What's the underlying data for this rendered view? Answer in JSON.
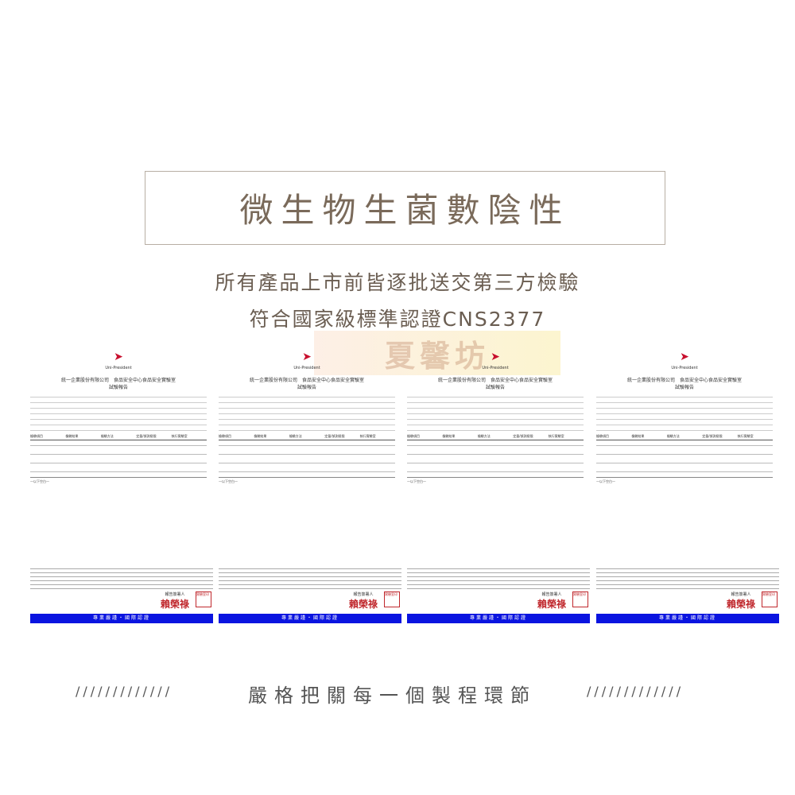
{
  "title": "微生物生菌數陰性",
  "subtitle_1": "所有產品上市前皆逐批送交第三方檢驗",
  "subtitle_2": "符合國家級標準認證CNS2377",
  "watermark": "夏馨坊",
  "report": {
    "logo_text": "Uni-President",
    "org": "統一企業股份有限公司　食品安全中心食品安全實驗室",
    "doc_title": "試驗報告",
    "columns": [
      "檢驗項目",
      "檢驗結果",
      "檢驗方法",
      "定量/偵測極限",
      "執行實驗室"
    ],
    "end_mark": "—以下空白—",
    "signer_label": "報告簽署人",
    "signature": "賴榮祿",
    "seal": "實驗室印",
    "banner": "專業嚴謹・國際認證",
    "count": 4
  },
  "footer": {
    "text": "嚴格把關每一個製程環節",
    "slashes": "/////////////"
  }
}
